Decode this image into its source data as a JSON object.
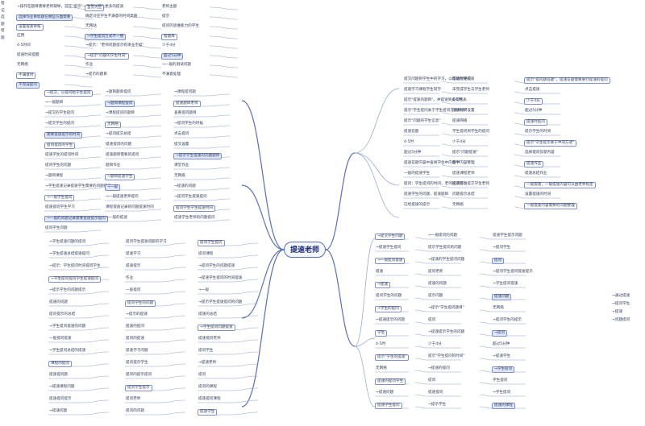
{
  "root_label": "提速老师",
  "top_left_words": [
    "错",
    "记",
    "选",
    "题",
    "错",
    "题"
  ],
  "upper_left": [
    "→操作在题目需要老师辅导，可在\"提示\"一般面对学生更多的提速",
    "首页为空",
    "老师主题",
    "选择作业目标题在哪些方面需要",
    "确定对应学生不满意的时间类题",
    "提示",
    "设置提速审核",
    "无网站",
    "提问的思维能力的学生",
    "应用",
    "→学生提问方式不一致",
    "错题库",
    "4-5时间",
    "→提示：\"老师问题提示有课业不如\"",
    "少于4分",
    "提速时间提醒",
    "→提示\"问题的学生时间\"",
    "超过5分钟",
    "无网络",
    "作业",
    "→一般的测试问题",
    "不满意时",
    "→提示的题目",
    "不满意处理",
    "不完成提问"
  ],
  "upper_right": [
    "提交问题到学生中的学习，以帮助指导提速",
    "提速时提问",
    "提示\"提问题答题\"，提速答题需要进行提速的提问",
    "提速学习课程学生同学",
    "未完成学生与学生老师",
    "点击提速",
    "提示\"提速的题目\"，并提速到提问列表",
    "4-5时",
    "少于4分",
    "提示\"学生提问关于学生提问方式时间\"",
    "提速时间设置",
    "超过5分钟",
    "提示\"问题的学生信息\"",
    "提速网络",
    "提速时提问",
    "提速答题",
    "学生提问到学生的提问",
    "提示学生的时间",
    "4-5时",
    "少于4分",
    "提示\"学生提示关于中间方式\"",
    "超过5分钟",
    "提示\"问题提速\"",
    "选择提问答题内容",
    "提速答题内容中查阅学生中内容中",
    "教学内容整理",
    "提速作业",
    "一般的提速学生",
    "提速课程老师",
    "提速总结作业",
    "提问：学生提问的时间，老师提问可以",
    "提速提示提交学生老师",
    "一般提速，一般提速内容可以由老师指定",
    "提速学生的问题，提速题目",
    "问题提示总结",
    "设置提速的时间",
    "已经提速的提示",
    "无网络",
    "一般提速内容需要的问题整理"
  ],
  "mid_left": [
    "→提交，以提问给学生提问",
    "→题目题单提问",
    "→课程提问题",
    "→一般题目",
    "→题目课程提问",
    "提速题目老师",
    "→提交的学生提问",
    "→课程提问的题目",
    "查看提问题目",
    "→提交学生的提问",
    "无网络",
    "→提问学生的时候",
    "需要提速提示的时间",
    "→提问提交总结",
    "点击提问",
    "提问提问的学生",
    "提速提问的问题",
    "提交设置",
    "提速学生的提问时间",
    "提速题目需要的提问",
    "→提示学生提速的问题题目",
    "提问学生的问题",
    "题目作业",
    "课堂作业",
    "→题目课程",
    "→题目提速学生",
    "无网络",
    "→学生提速记录提速学生需要的问题提示",
    "→一般",
    "→提速的问题",
    "→一般学生提问",
    "→一般提速老师提问",
    "→提问学生提速提问",
    "提速提问学生学习",
    "课程提速记录的问题提速时间",
    "提问学生学生提速时间",
    "→一般的问题记录需要提速提示提问",
    "→一般的提速",
    "提速学生老师的问题提问",
    "提问学生问题"
  ],
  "lower_left": [
    "→学生提速问题的提问",
    "提问学生提速问题的学习",
    "提问学生提问",
    "→学生提速总结提速提问",
    "提速学习",
    "提问课程",
    "→提示：学生提问时间提问学生",
    "提速提示",
    "→提问学生的问题提速",
    "→学生提问提问学生提速提问",
    "作业",
    "→提速学生提问的时间提速",
    "→提示学生的问题提示",
    "一般提问",
    "→一般",
    "提速的问题",
    "提问学生的问题",
    "→提示学生提速提问的问题",
    "提问提示的总结",
    "→提示的提速",
    "提速的总结",
    "→学生提问提速的问题",
    "提速的提问",
    "→学生提问问题提速",
    "一般提问提速",
    "提问的提速",
    "提速提问老师",
    "→学生提问总结的提速",
    "提速学习问题",
    "提问学生",
    "课程的提问",
    "提问提示学生",
    "→提速老师",
    "提速提问题",
    "提问的提示提问",
    "提问",
    "→提速课程问题",
    "提问学生提示",
    "提问的课程",
    "提速提问提示",
    "提问老师",
    "提速提问课程",
    "→提速问题",
    "提问的问题",
    "提速学生"
  ],
  "lower_right": [
    "→提交学生问题",
    "→一般提问的问题",
    "提速学生提示问题",
    "→提速学生提问",
    "提示学生提问的问题",
    "→提问学生",
    "→一般提问提速",
    "→提速的学生提问问题",
    "提问",
    "提速",
    "提问老师",
    "→提问学生提问提速提示",
    "→提速",
    "提速的问题",
    "→学生提问提速",
    "提问学生的问题",
    "提示问题",
    "提速问题",
    "→学生的提问",
    "→提示\"学生提问题目\"",
    "无网络",
    "→提速提示的问题",
    "提问",
    "→提问学生的提示",
    "学生",
    "→提速提示学生的问题",
    "→提问",
    "4-5时",
    "少于4分",
    "超过5分钟",
    "提示\"学生的提速\"",
    "提示\"学生提问的时间\"",
    "→提速学生",
    "无网络",
    "→提速的提问",
    "→学生提问",
    "提速的提问学生",
    "提问",
    "学生提问",
    "→提速问题",
    "提速提问",
    "→学生提问",
    "提速学生提问",
    "→提示学生",
    "提速的课程"
  ],
  "right_edge": [
    "→通过提速",
    "→提问学生",
    "→提速",
    "→问题提问"
  ],
  "colors": {
    "main_line": "#5a6fb8",
    "sub_line": "#8fa0cf",
    "node_border": "#7f92c8",
    "root_bg": "#f5f7ff"
  }
}
